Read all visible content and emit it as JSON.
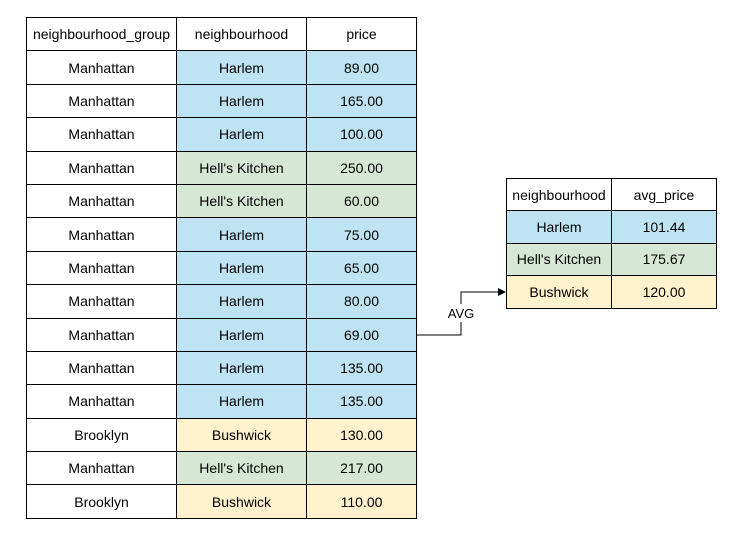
{
  "colors": {
    "harlem": "#bee4f3",
    "hells_kitchen": "#d5e8d4",
    "bushwick": "#fff2cc",
    "header": "#ffffff",
    "border": "#000000"
  },
  "source_table": {
    "headers": [
      "neighbourhood_group",
      "neighbourhood",
      "price"
    ],
    "rows": [
      {
        "group": "Manhattan",
        "neighbourhood": "Harlem",
        "price": "89.00",
        "color": "harlem"
      },
      {
        "group": "Manhattan",
        "neighbourhood": "Harlem",
        "price": "165.00",
        "color": "harlem"
      },
      {
        "group": "Manhattan",
        "neighbourhood": "Harlem",
        "price": "100.00",
        "color": "harlem"
      },
      {
        "group": "Manhattan",
        "neighbourhood": "Hell's Kitchen",
        "price": "250.00",
        "color": "hells_kitchen"
      },
      {
        "group": "Manhattan",
        "neighbourhood": "Hell's Kitchen",
        "price": "60.00",
        "color": "hells_kitchen"
      },
      {
        "group": "Manhattan",
        "neighbourhood": "Harlem",
        "price": "75.00",
        "color": "harlem"
      },
      {
        "group": "Manhattan",
        "neighbourhood": "Harlem",
        "price": "65.00",
        "color": "harlem"
      },
      {
        "group": "Manhattan",
        "neighbourhood": "Harlem",
        "price": "80.00",
        "color": "harlem"
      },
      {
        "group": "Manhattan",
        "neighbourhood": "Harlem",
        "price": "69.00",
        "color": "harlem"
      },
      {
        "group": "Manhattan",
        "neighbourhood": "Harlem",
        "price": "135.00",
        "color": "harlem"
      },
      {
        "group": "Manhattan",
        "neighbourhood": "Harlem",
        "price": "135.00",
        "color": "harlem"
      },
      {
        "group": "Brooklyn",
        "neighbourhood": "Bushwick",
        "price": "130.00",
        "color": "bushwick"
      },
      {
        "group": "Manhattan",
        "neighbourhood": "Hell's Kitchen",
        "price": "217.00",
        "color": "hells_kitchen"
      },
      {
        "group": "Brooklyn",
        "neighbourhood": "Bushwick",
        "price": "110.00",
        "color": "bushwick"
      }
    ]
  },
  "aggregation": {
    "label": "AVG"
  },
  "result_table": {
    "headers": [
      "neighbourhood",
      "avg_price"
    ],
    "rows": [
      {
        "neighbourhood": "Harlem",
        "avg_price": "101.44",
        "color": "harlem"
      },
      {
        "neighbourhood": "Hell's Kitchen",
        "avg_price": "175.67",
        "color": "hells_kitchen"
      },
      {
        "neighbourhood": "Bushwick",
        "avg_price": "120.00",
        "color": "bushwick"
      }
    ]
  }
}
